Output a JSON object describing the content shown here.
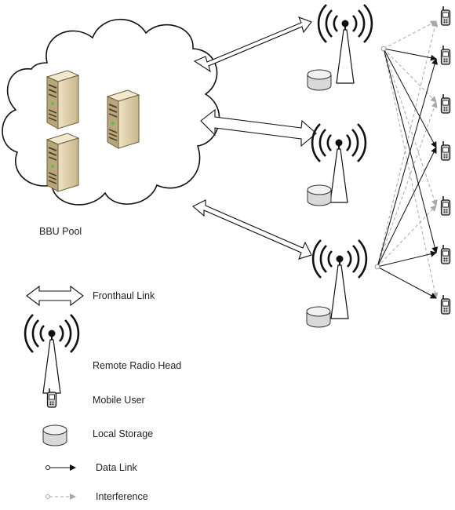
{
  "diagram": {
    "pool_label": "BBU Pool",
    "colors": {
      "line": "#111111",
      "interference": "#a8a8a8",
      "server_body": "#e6d8b4",
      "server_dark": "#b7a47a",
      "storage": "#dcdcdc"
    },
    "rrh_count": 3,
    "mobile_user_count": 7
  },
  "legend": {
    "fronthaul": "Fronthaul Link",
    "rrh": "Remote Radio Head",
    "mobile_user": "Mobile User",
    "local_storage": "Local Storage",
    "data_link": "Data Link",
    "interference": "Interference"
  }
}
